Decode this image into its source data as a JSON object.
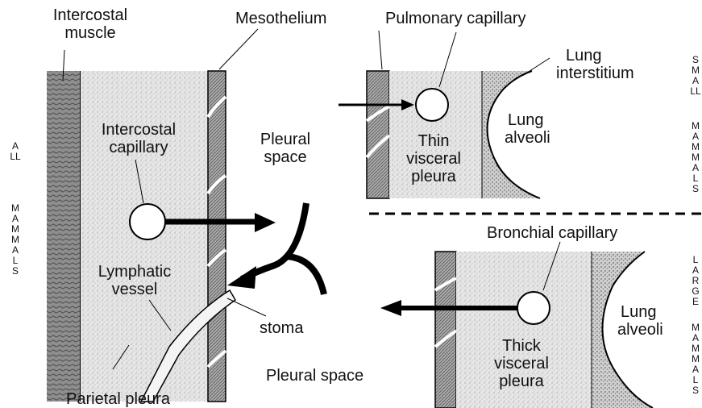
{
  "labels": {
    "intercostal_muscle_1": "Intercostal",
    "intercostal_muscle_2": "muscle",
    "mesothelium": "Mesothelium",
    "pulmonary_capillary": "Pulmonary capillary",
    "lung_interstitium_1": "Lung",
    "lung_interstitium_2": "interstitium",
    "intercostal_capillary_1": "Intercostal",
    "intercostal_capillary_2": "capillary",
    "pleural_space_top_1": "Pleural",
    "pleural_space_top_2": "space",
    "thin_visceral_1": "Thin",
    "thin_visceral_2": "visceral",
    "thin_visceral_3": "pleura",
    "lung_alveoli_top_1": "Lung",
    "lung_alveoli_top_2": "alveoli",
    "lymphatic_vessel_1": "Lymphatic",
    "lymphatic_vessel_2": "vessel",
    "stoma": "stoma",
    "pleural_space_bottom": "Pleural space",
    "parietal_pleura": "Parietal pleura",
    "bronchial_capillary": "Bronchial capillary",
    "thick_visceral_1": "Thick",
    "thick_visceral_2": "visceral",
    "thick_visceral_3": "pleura",
    "lung_alveoli_bottom_1": "Lung",
    "lung_alveoli_bottom_2": "alveoli"
  },
  "side_labels": {
    "all": "ALL",
    "mammals_left": "MAMMALS",
    "small": "SMALL",
    "mammals_top_right": "MAMMALS",
    "large": "LARGE",
    "mammals_bottom_right": "MAMMALS"
  },
  "colors": {
    "tissue": "#e2e2e2",
    "muscle": "#8a8a8a",
    "mesothelium": "#9a9a9a",
    "interstitium": "#c8c8c8",
    "ink": "#000000"
  }
}
